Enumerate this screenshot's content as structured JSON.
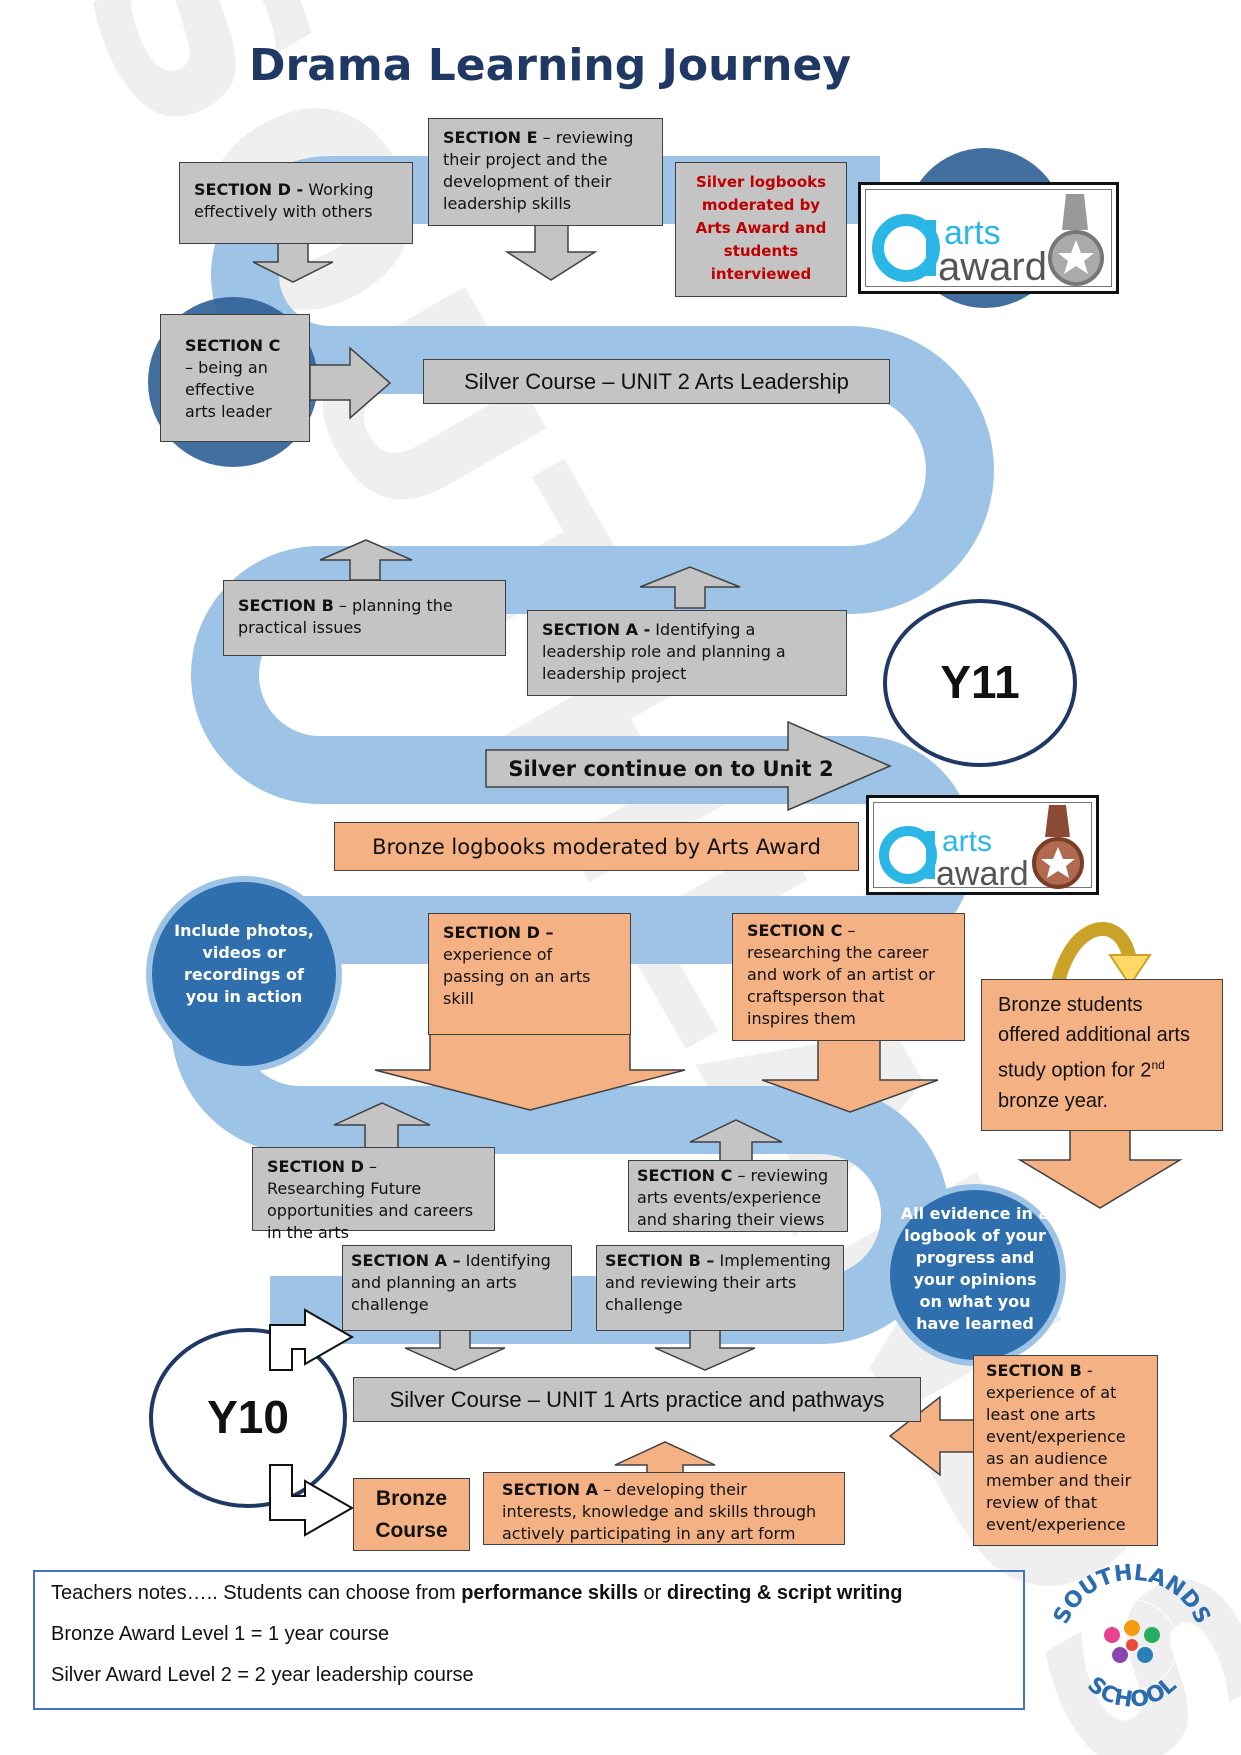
{
  "title": "Drama Learning Journey",
  "silver_unit2_label": "Silver Course – UNIT 2  Arts Leadership",
  "silver_unit1_label": "Silver Course – UNIT 1  Arts practice and pathways",
  "silver_continue_label": "Silver continue on to Unit 2",
  "bronze_logbooks_label": "Bronze logbooks moderated by Arts Award",
  "silver_logbooks_note": "Silver logbooks moderated by Arts Award and students interviewed",
  "year11": "Y11",
  "year10": "Y10",
  "bronze_course": "Bronze Course",
  "circle_include": "Include photos, videos or recordings of you in action",
  "circle_evidence": "All evidence in a logbook of your progress and your opinions on what you have learned",
  "bronze_offered": {
    "text": "Bronze students offered additional arts study option for 2",
    "sup": "nd",
    "tail": " bronze year."
  },
  "arts_award_logo": {
    "line1": "arts",
    "line2": "award"
  },
  "sections": {
    "unit2_d": {
      "head": "SECTION D -",
      "body": " Working effectively with others"
    },
    "unit2_e": {
      "head": "SECTION E",
      "body": " – reviewing their project and the development of their leadership skills"
    },
    "unit2_c": {
      "head": "SECTION C",
      "body": "– being an effective arts leader"
    },
    "unit2_b": {
      "head": "SECTION B",
      "body": " – planning the practical issues"
    },
    "unit2_a": {
      "head": "SECTION A -",
      "body": " Identifying a leadership role and planning a leadership project"
    },
    "bronze_d": {
      "head": "SECTION D –",
      "body": "experience of passing on an arts skill"
    },
    "bronze_c": {
      "head": "SECTION C",
      "body": " – researching the career and work of an artist or craftsperson that inspires them"
    },
    "unit1_d": {
      "head": "SECTION D",
      "body": " – Researching Future opportunities and careers in the arts"
    },
    "unit1_c": {
      "head": "SECTION C",
      "body": " – reviewing arts events/experience and sharing their views"
    },
    "unit1_a": {
      "head": "SECTION A –",
      "body": " Identifying and planning an arts challenge"
    },
    "unit1_b": {
      "head": "SECTION B –",
      "body": " Implementing and reviewing their arts challenge"
    },
    "bronze_a": {
      "head": "SECTION A",
      "body": " – developing their interests, knowledge and skills through actively participating in any art form"
    },
    "bronze_b": {
      "head": "SECTION B",
      "body": " - experience of at least one arts event/experience as an audience member and their review of that event/experience"
    }
  },
  "notes": {
    "line1_prefix": "Teachers notes…..  Students can choose from ",
    "line1_b1": "performance skills",
    "line1_mid": " or ",
    "line1_b2": "directing & script writing",
    "line2": "Bronze Award Level 1 = 1 year course",
    "line3": "Silver Award Level 2 = 2 year leadership course"
  },
  "school_logo": {
    "top": "SOUTHLANDS",
    "bottom": "SCHOOL"
  },
  "colors": {
    "path": "#9dc3e6",
    "circle_dark": "#2f5f95",
    "grey": "#c4c4c4",
    "orange": "#f4b183",
    "title": "#1f3864",
    "notes_border": "#4472c4"
  }
}
